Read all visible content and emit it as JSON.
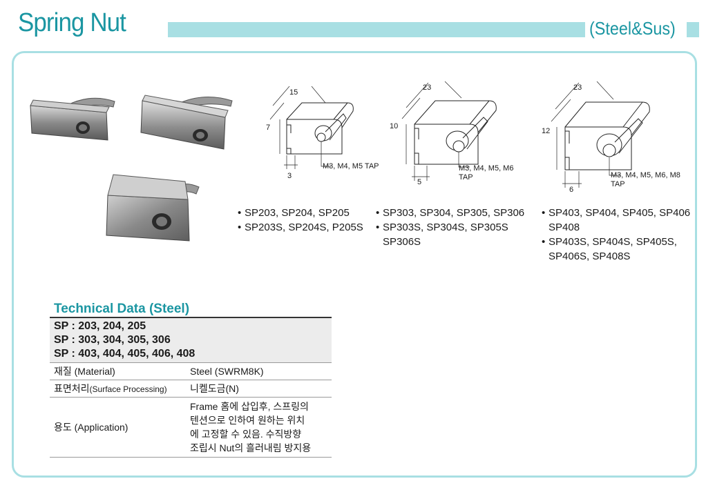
{
  "header": {
    "title": "Spring Nut",
    "subtitle": "(Steel&Sus)"
  },
  "drawings": [
    {
      "width_dim": "15",
      "height_dim": "7",
      "slot_dim": "3",
      "tap_label": "M3, M4, M5 TAP"
    },
    {
      "width_dim": "23",
      "height_dim": "10",
      "slot_dim": "5",
      "tap_label_1": "M3, M4, M5, M6",
      "tap_label_2": "TAP"
    },
    {
      "width_dim": "23",
      "height_dim": "12",
      "slot_dim": "6",
      "tap_label_1": "M3, M4, M5, M6, M8",
      "tap_label_2": "TAP"
    }
  ],
  "models": {
    "col1": [
      "SP203, SP204, SP205",
      "SP203S, SP204S, P205S"
    ],
    "col2": [
      "SP303, SP304, SP305, SP306",
      "SP303S, SP304S, SP305S",
      "SP306S"
    ],
    "col3": [
      "SP403, SP404, SP405, SP406",
      "SP408",
      "SP403S, SP404S, SP405S,",
      "SP406S, SP408S"
    ]
  },
  "technical": {
    "title": "Technical Data (Steel)",
    "header_lines": [
      "SP : 203, 204, 205",
      "SP : 303, 304, 305, 306",
      "SP : 403, 404, 405, 406, 408"
    ],
    "rows": [
      {
        "label_main": "재질 (Material)",
        "label_small": "",
        "value": "Steel (SWRM8K)"
      },
      {
        "label_main": "표면처리",
        "label_small": "(Surface Processing)",
        "value": "니켈도금(N)"
      },
      {
        "label_main": "용도 (Application)",
        "label_small": "",
        "value_lines": [
          "Frame 홈에 삽입후, 스프링의",
          "텐션으로 인하여 원하는 위치",
          "에 고정할 수 있음. 수직방향",
          "조립시 Nut의 흘러내림 방지용"
        ]
      }
    ]
  },
  "colors": {
    "accent": "#1b96a2",
    "bar": "#a8dfe3"
  }
}
